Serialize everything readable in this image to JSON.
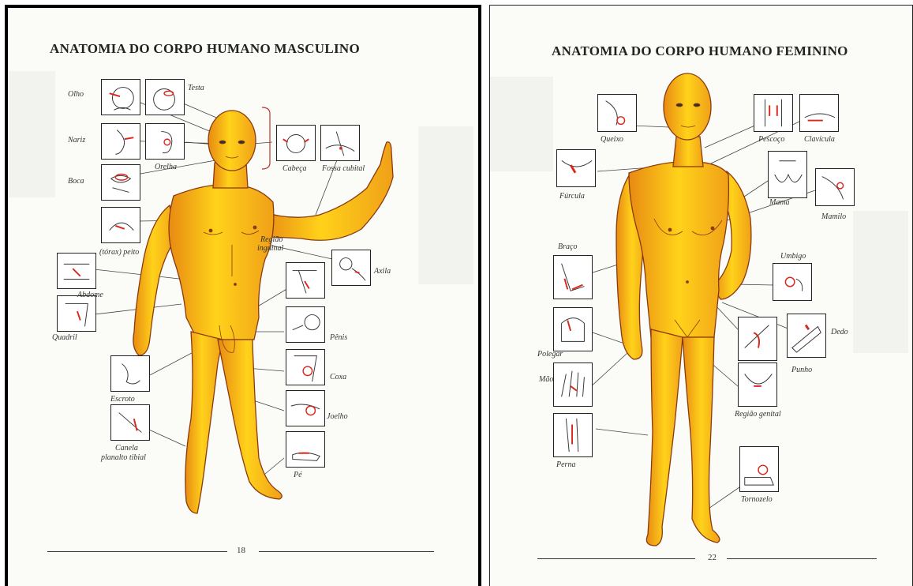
{
  "left_page": {
    "title": "ANATOMIA DO CORPO HUMANO MASCULINO",
    "page_number": "18",
    "labels": {
      "olho": "Olho",
      "testa": "Testa",
      "nariz": "Nariz",
      "orelha": "Orelha",
      "boca": "Boca",
      "cabeca": "Cabeça",
      "fossa_cubital": "Fossa cubital",
      "torax_peito": "(tórax) peito",
      "regiao_inguinal_1": "Região",
      "regiao_inguinal_2": "inguinal",
      "axila": "Axila",
      "abdome": "Abdome",
      "quadril": "Quadril",
      "penis": "Pênis",
      "coxa": "Coxa",
      "escroto": "Escroto",
      "joelho": "Joelho",
      "canela_1": "Canela",
      "canela_2": "planalto tibial",
      "pe": "Pé"
    }
  },
  "right_page": {
    "title": "ANATOMIA DO CORPO HUMANO FEMININO",
    "page_number": "22",
    "labels": {
      "queixo": "Queixo",
      "pescoco": "Pescoço",
      "clavicula": "Clavícula",
      "furcula": "Fúrcula",
      "mama": "Mama",
      "mamilo": "Mamilo",
      "braco": "Braço",
      "umbigo": "Umbigo",
      "polegar": "Polegar",
      "dedo": "Dedo",
      "mao": "Mão",
      "punho": "Punho",
      "regiao_genital": "Região genital",
      "perna": "Perna",
      "tornozelo": "Tornozelo"
    }
  },
  "colors": {
    "skin_fill": "#ffd21a",
    "skin_shade": "#e88a12",
    "outline": "#8a3a10",
    "marker_red": "#d8281e"
  }
}
